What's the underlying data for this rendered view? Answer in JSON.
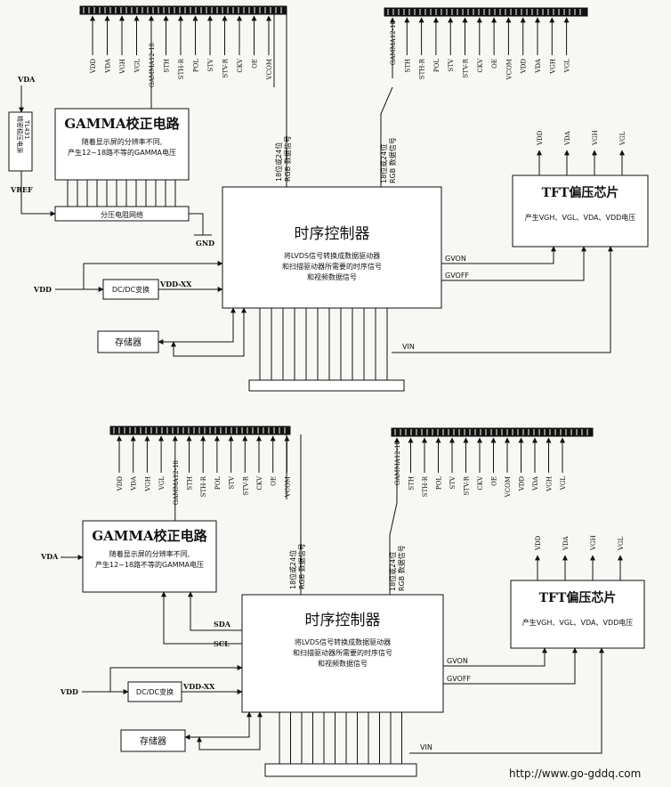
{
  "top": {
    "gamma": {
      "title": "GAMMA校正电路",
      "desc1": "随着显示屏的分辨率不同,",
      "desc2": "产生12~18路不等的GAMMA电压"
    },
    "regulator": {
      "label1": "精密稳压电源",
      "label2": "TL431"
    },
    "vda": "VDA",
    "vref": "VREF",
    "divider": "分压电阻网络",
    "gnd": "GND",
    "tcon": {
      "title": "时序控制器",
      "desc1": "将LVDS信号转换成数据驱动器",
      "desc2": "和扫描驱动器所需要的时序信号",
      "desc3": "和视频数据信号"
    },
    "tft": {
      "title": "TFT偏压芯片",
      "desc": "产生VGH、VGL、VDA、VDD电压"
    },
    "dcdc": "DC/DC变换",
    "vdd": "VDD",
    "vddxx": "VDD-XX",
    "memory": "存储器",
    "gvon": "GVON",
    "gvoff": "GVOFF",
    "vin": "VIN",
    "bus_left": {
      "l1": "18位或24位",
      "l2": "RGB 数据信号"
    },
    "bus_right": {
      "l1": "18位或24位",
      "l2": "RGB 数据信号"
    },
    "left_pins": [
      "VDD",
      "VDA",
      "VGH",
      "VGL",
      "GAMMA12-18",
      "STH",
      "STH-R",
      "POL",
      "STV",
      "STV-R",
      "CKV",
      "OE",
      "VCOM"
    ],
    "right_pins": [
      "GAMMA12-18",
      "STH",
      "STH-R",
      "POL",
      "STV",
      "STV-R",
      "CKV",
      "OE",
      "VCOM",
      "VDD",
      "VDA",
      "VGH",
      "VGL"
    ],
    "tft_out": [
      "VDD",
      "VDA",
      "VGH",
      "VGL"
    ]
  },
  "bottom": {
    "gamma": {
      "title": "GAMMA校正电路",
      "desc1": "随着显示屏的分辨率不同,",
      "desc2": "产生12~18路不等的GAMMA电压"
    },
    "vda": "VDA",
    "sda": "SDA",
    "scl": "SCL",
    "tcon": {
      "title": "时序控制器",
      "desc1": "将LVDS信号转换成数据驱动器",
      "desc2": "和扫描驱动器所需要的时序信号",
      "desc3": "和视频数据信号"
    },
    "tft": {
      "title": "TFT偏压芯片",
      "desc": "产生VGH、VGL、VDA、VDD电压"
    },
    "dcdc": "DC/DC变换",
    "vdd": "VDD",
    "vddxx": "VDD-XX",
    "memory": "存储器",
    "gvon": "GVON",
    "gvoff": "GVOFF",
    "vin": "VIN",
    "bus_left": {
      "l1": "18位或24位",
      "l2": "RGB 数据信号"
    },
    "bus_right": {
      "l1": "18位或24位",
      "l2": "RGB 数据信号"
    },
    "left_pins": [
      "VDD",
      "VDA",
      "VGH",
      "VGL",
      "GAMMA12-18",
      "STH",
      "STH-R",
      "POL",
      "STV",
      "STV-R",
      "CKV",
      "OE",
      "VCOM"
    ],
    "right_pins": [
      "GAMMA12-18",
      "STH",
      "STH-R",
      "POL",
      "STV",
      "STV-R",
      "CKV",
      "OE",
      "VCOM",
      "VDD",
      "VDA",
      "VGH",
      "VGL"
    ],
    "tft_out": [
      "VDD",
      "VDA",
      "VGH",
      "VGL"
    ]
  },
  "watermark": "http://www.go-gddq.com"
}
